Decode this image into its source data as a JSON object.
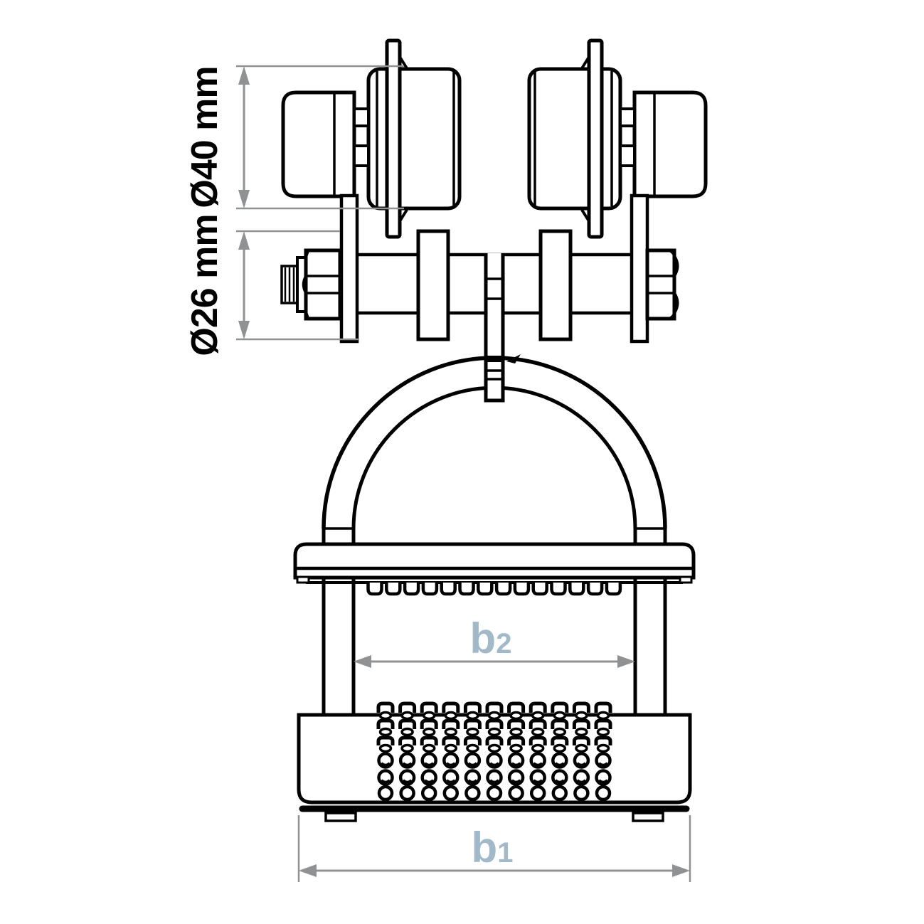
{
  "drawing": {
    "type": "technical-drawing",
    "subject": "beam trolley with flanged rollers, shackle bow and perforated cable saddle - front elevation",
    "line_color": "#000000",
    "dimension_line_color": "#8f9193",
    "dimension_label_accent_color": "#a2b9c9",
    "stud_grid": {
      "rows": 6,
      "cols": 11
    },
    "cable_tab_count": 14
  },
  "dimensions": {
    "wheel_diameter": {
      "label": "Ø40 mm"
    },
    "axle_diameter": {
      "label": "Ø26 mm"
    },
    "inner_width": {
      "label": "b",
      "sub": "2"
    },
    "outer_width": {
      "label": "b",
      "sub": "1"
    }
  }
}
